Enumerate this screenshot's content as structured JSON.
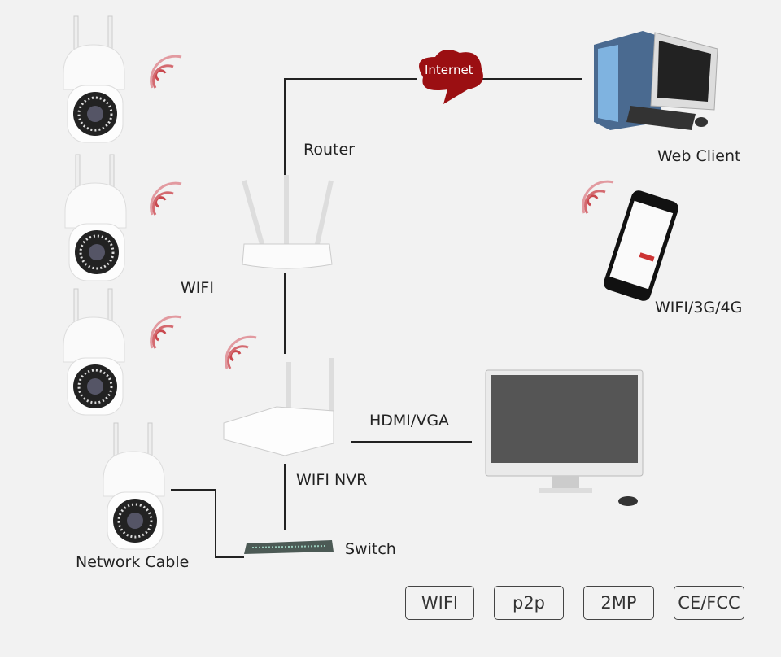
{
  "labels": {
    "router": "Router",
    "internet": "Internet",
    "web_client": "Web Client",
    "mobile": "WIFI/3G/4G",
    "wifi": "WIFI",
    "hdmi_vga": "HDMI/VGA",
    "wifi_nvr": "WIFI NVR",
    "switch": "Switch",
    "network_cable": "Network Cable"
  },
  "badges": [
    "WIFI",
    "p2p",
    "2MP",
    "CE/FCC"
  ],
  "colors": {
    "background": "#f2f2f2",
    "accent_red": "#9b0f12",
    "signal": "#c9484e",
    "line": "#222222"
  }
}
